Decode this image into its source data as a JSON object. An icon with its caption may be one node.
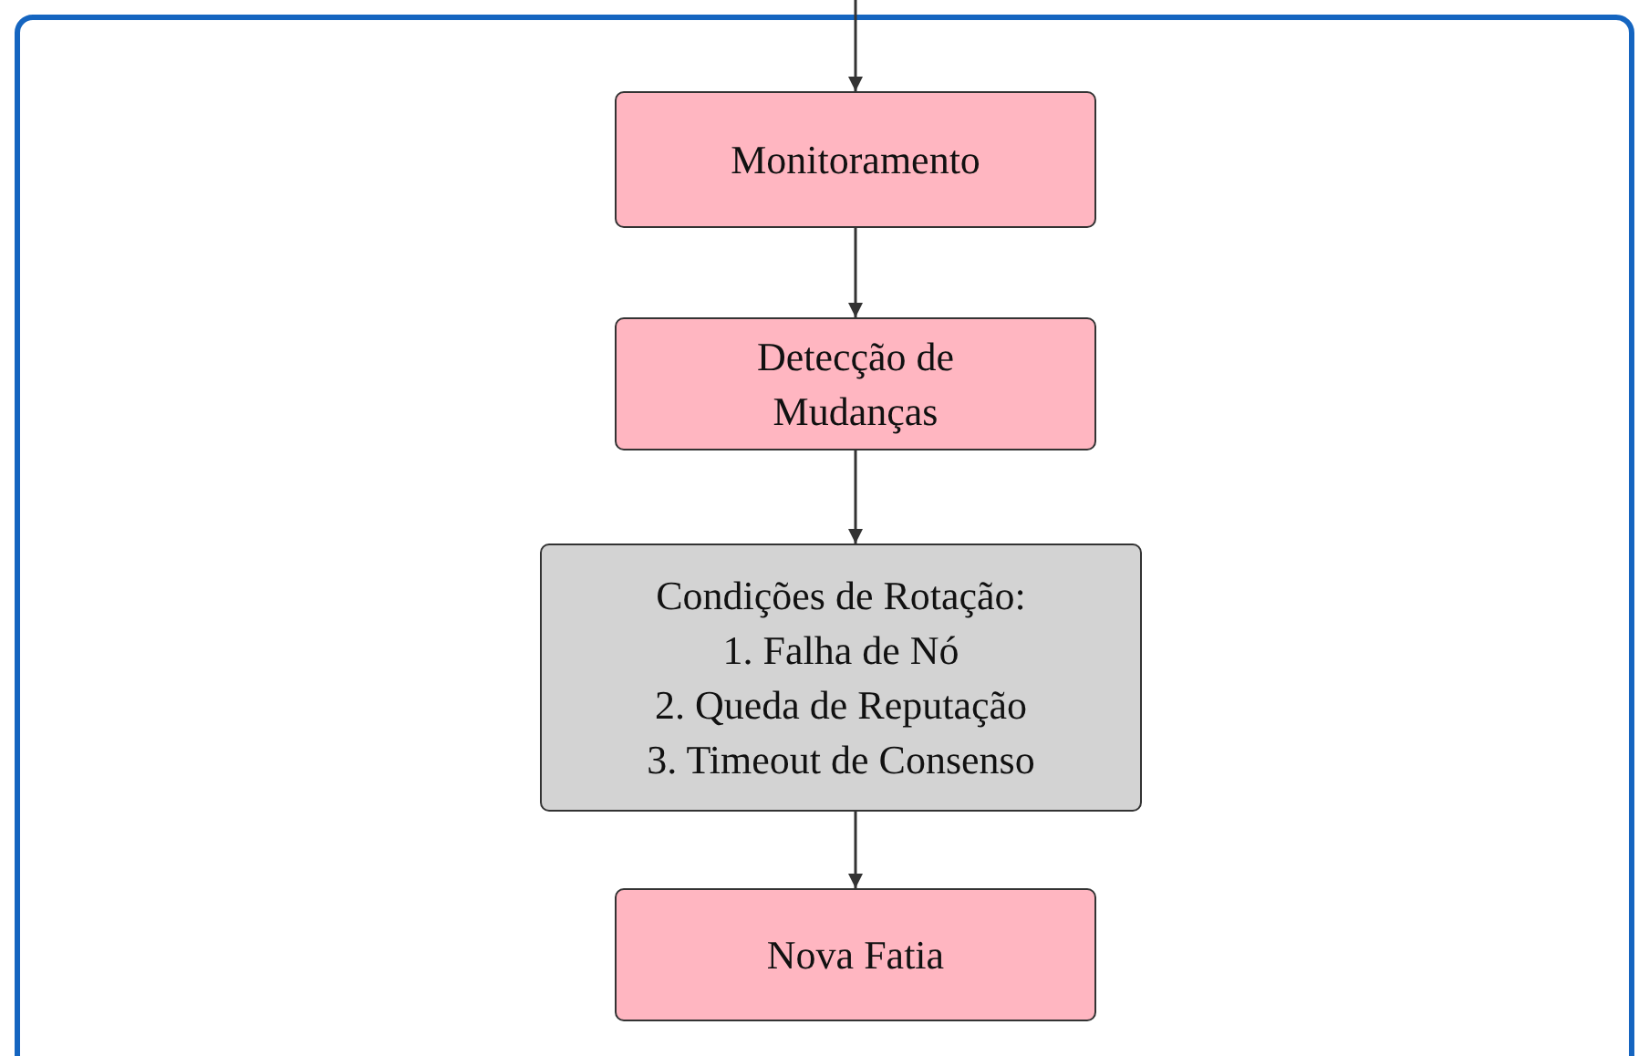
{
  "diagram": {
    "nodes": [
      {
        "text": [],
        "shape": "box"
      },
      {
        "text": [
          "Monitoramento"
        ],
        "in": 0
      },
      {
        "text": [
          "Detecção de Mudanças"
        ],
        "in": 0
      },
      {
        "text": [
          "Condições de Rotação:",
          "1. Falha de Nó",
          "2. Queda de Reputação",
          "3. Timeout de Consenso"
        ],
        "in": 0
      },
      {
        "text": [
          "Nova Fatia"
        ],
        "in": 0
      }
    ],
    "edges": [
      {
        "from": null,
        "to": 1,
        "arrow": "to"
      },
      {
        "from": 1,
        "to": 2,
        "arrow": "to"
      },
      {
        "from": 2,
        "to": 3,
        "arrow": "to"
      },
      {
        "from": 3,
        "to": 4,
        "arrow": "to"
      }
    ]
  }
}
